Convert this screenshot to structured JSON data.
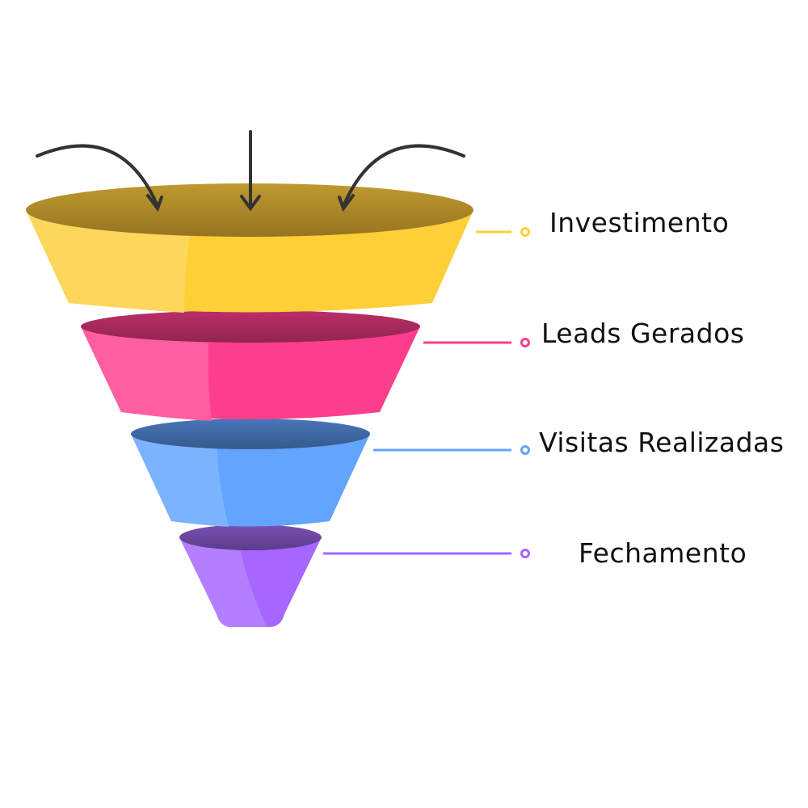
{
  "funnel": {
    "stages": [
      {
        "label": "Investimento",
        "color": "#fecf36",
        "light": "#fdd75c",
        "top": "#a8862a"
      },
      {
        "label": "Leads Gerados",
        "color": "#ff3d8e",
        "light": "#ff5ea1",
        "top": "#a82a60"
      },
      {
        "label": "Visitas Realizadas",
        "color": "#62a4ff",
        "light": "#7cb3ff",
        "top": "#3f68a8"
      },
      {
        "label": "Fechamento",
        "color": "#a666ff",
        "light": "#b37fff",
        "top": "#6a46a2"
      }
    ],
    "arrow_color": "#333333"
  }
}
